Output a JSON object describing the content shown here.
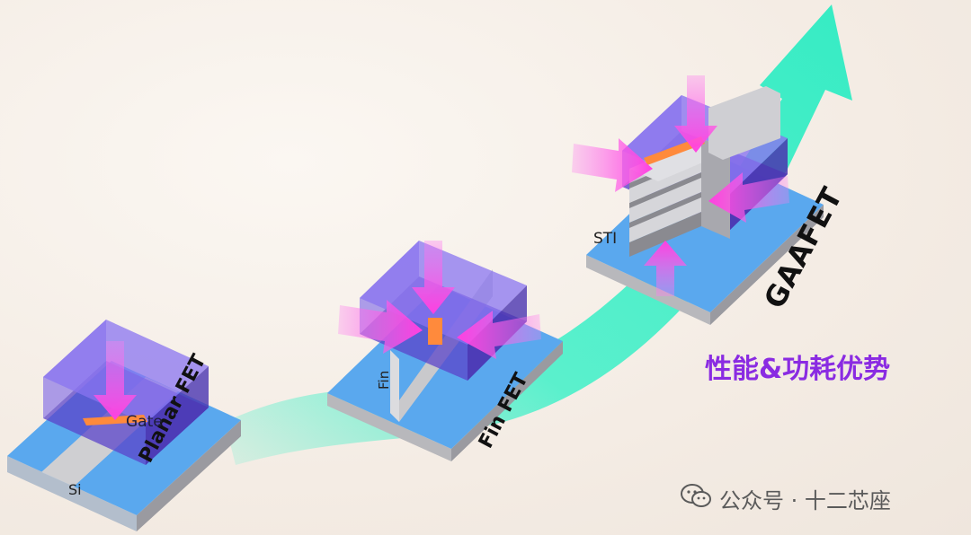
{
  "labels": {
    "planar": "Planar FET",
    "finfet": "Fin FET",
    "gaafet": "GAAFET",
    "si": "Si",
    "gate": "Gate",
    "fin": "Fin",
    "sti": "STI"
  },
  "headline": "性能&功耗优势",
  "watermark": "公众号 · 十二芯座",
  "colors": {
    "arrow": "#3ff0c8",
    "gate_purple": "#6c4fd8",
    "pink_arrow": "#ff4fe6",
    "blue_base": "#5aa8ee",
    "headline": "#8a2be2"
  },
  "icons": [
    "wechat-icon"
  ]
}
